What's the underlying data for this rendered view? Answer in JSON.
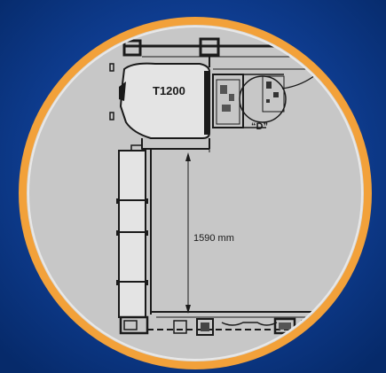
{
  "diagram": {
    "machine_label": "T1200",
    "detail_label": "“D”",
    "dimension_label": "1590 mm"
  },
  "colors": {
    "background_blue": "#0a3a8c",
    "ring_orange": "#f2a13a",
    "inner_gray": "#c5c5c5",
    "ink": "#1a1a1a"
  }
}
